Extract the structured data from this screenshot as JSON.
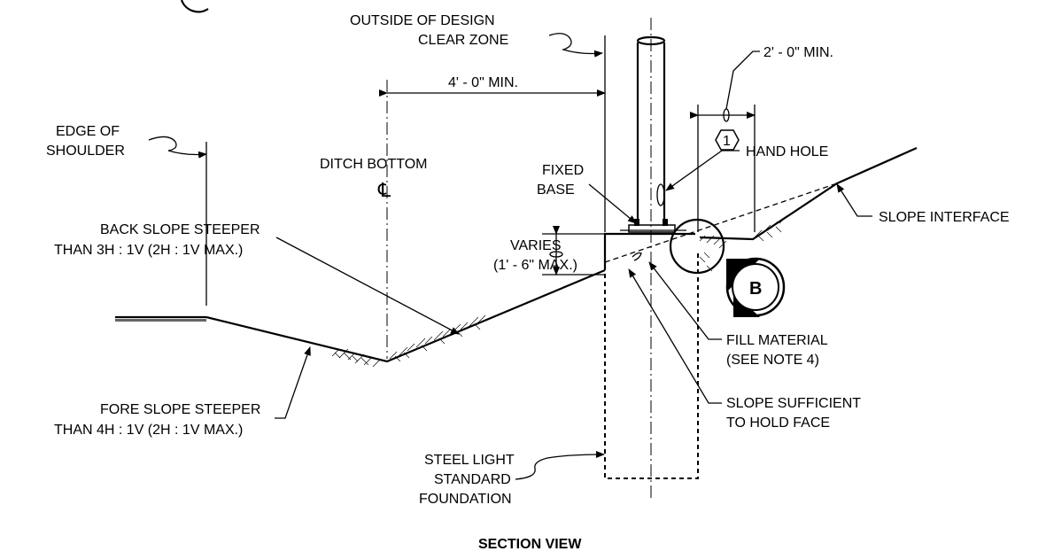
{
  "labels": {
    "outside_clear_zone_1": "OUTSIDE OF DESIGN",
    "outside_clear_zone_2": "CLEAR ZONE",
    "dim_2ft_min": "2' - 0\" MIN.",
    "dim_4ft_min": "4' - 0\" MIN.",
    "note_marker": "1",
    "edge_shoulder_1": "EDGE OF",
    "edge_shoulder_2": "SHOULDER",
    "ditch_bottom": "DITCH BOTTOM",
    "centerline_symbol": "℄",
    "fixed_base_1": "FIXED",
    "fixed_base_2": "BASE",
    "hand_hole": "HAND HOLE",
    "slope_interface": "SLOPE INTERFACE",
    "back_slope_1": "BACK SLOPE STEEPER",
    "back_slope_2": "THAN 3H : 1V (2H : 1V MAX.)",
    "varies_1": "VARIES",
    "varies_2": "(1' - 6\" MAX.)",
    "detail_callout": "B",
    "fill_material_1": "FILL MATERIAL",
    "fill_material_2": "(SEE NOTE 4)",
    "fore_slope_1": "FORE SLOPE STEEPER",
    "fore_slope_2": "THAN 4H : 1V (2H : 1V MAX.)",
    "slope_sufficient_1": "SLOPE SUFFICIENT",
    "slope_sufficient_2": "TO HOLD FACE",
    "steel_light_1": "STEEL LIGHT",
    "steel_light_2": "STANDARD",
    "steel_light_3": "FOUNDATION",
    "section_view": "SECTION VIEW"
  }
}
